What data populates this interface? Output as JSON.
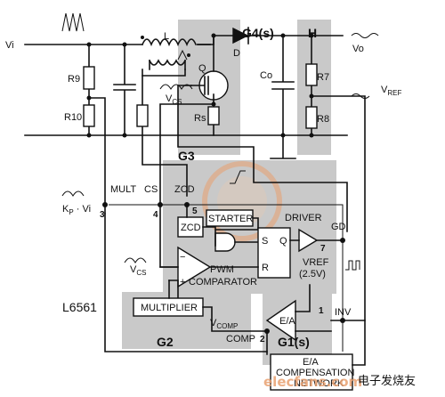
{
  "labels": {
    "vi": "Vi",
    "vo": "Vo",
    "inductor": "L",
    "diode": "D",
    "mosfet": "Q",
    "cap_out": "Co",
    "r_sense": "Rs",
    "v_cs_top": "V",
    "v_cs_top_sub": "CS",
    "v_ref": "V",
    "v_ref_sub": "REF",
    "r9": "R9",
    "r10": "R10",
    "r7": "R7",
    "r8": "R8",
    "mult_pin": "MULT",
    "cs_pin": "CS",
    "zcd_pin": "ZCD",
    "gd_pin": "GD",
    "inv_pin": "INV",
    "comp_pin": "COMP",
    "pin3": "3",
    "pin4": "4",
    "pin5": "5",
    "pin7": "7",
    "pin1": "1",
    "pin2": "2",
    "kp_vi": "K",
    "kp_vi_sub": "P",
    "kp_vi_rest": " · Vi",
    "v_cs_mid": "V",
    "v_cs_mid_sub": "CS",
    "chip": "L6561",
    "multiplier": "MULTIPLIER",
    "vcomp": "V",
    "vcomp_sub": "COMP",
    "zcd_block": "ZCD",
    "starter": "STARTER",
    "driver": "DRIVER",
    "ff_s": "S",
    "ff_r": "R",
    "ff_q": "Q",
    "pwm_line1": "PWM",
    "pwm_line2": "COMPARATOR",
    "vref_block": "VREF",
    "vref_value": "(2.5V)",
    "ea": "E/A",
    "comp_net_line1": "E/A",
    "comp_net_line2": "COMPENSATION",
    "comp_net_line3": "NETWORK",
    "plus": "+",
    "minus": "−"
  },
  "groups": {
    "g1": "G1(s)",
    "g2": "G2",
    "g3": "G3",
    "g4": "G4(s)",
    "h": "H"
  },
  "watermark": {
    "brand": "elecfans.com",
    "cn": "电子发烧友"
  },
  "colors": {
    "line": "#111111",
    "shade": "#c9c9c9",
    "watermark": "#e8a070"
  }
}
